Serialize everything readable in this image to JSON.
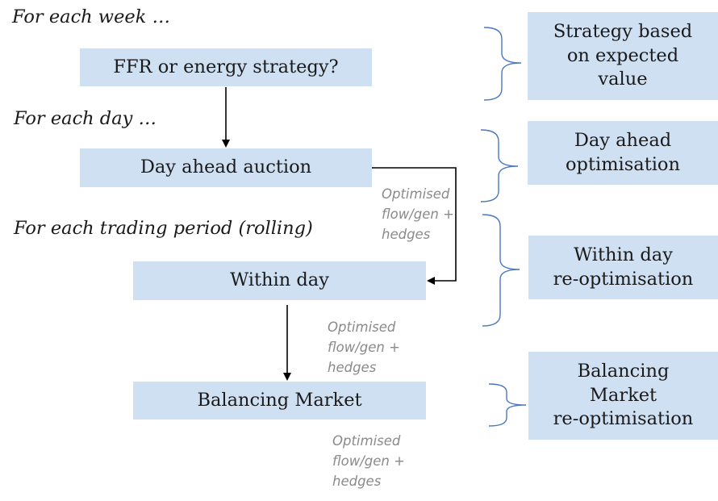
{
  "headings": {
    "week": "For each week …",
    "day": "For each day …",
    "period": "For each trading period (rolling)"
  },
  "process": {
    "ffr": "FFR or energy strategy?",
    "day_ahead": "Day ahead auction",
    "within_day": "Within day",
    "balancing": "Balancing Market"
  },
  "notes": {
    "note1": [
      "Optimised",
      "flow/gen +",
      "hedges"
    ],
    "note2": [
      "Optimised",
      "flow/gen +",
      "hedges"
    ],
    "note3": [
      "Optimised",
      "flow/gen +",
      "hedges"
    ]
  },
  "optimisation": {
    "strategy": [
      "Strategy based",
      "on expected",
      "value"
    ],
    "day_ahead": [
      "Day ahead",
      "optimisation"
    ],
    "within_day": [
      "Within day",
      "re-optimisation"
    ],
    "balancing": [
      "Balancing",
      "Market",
      "re-optimisation"
    ]
  },
  "colors": {
    "box_fill": "#cfe0f3",
    "brace": "#4a78c2",
    "arrow": "#000000",
    "note_text": "#8a8a8a"
  }
}
